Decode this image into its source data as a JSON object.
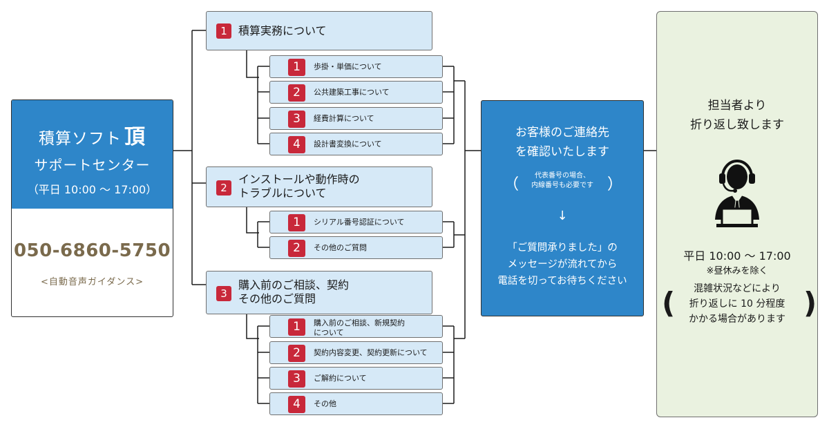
{
  "contact": {
    "title": "積算ソフト",
    "brand_char": "頂",
    "subtitle": "サポートセンター",
    "hours": "（平日 10:00 ～ 17:00）",
    "phone": "050-6860-5750",
    "guide": "<自動音声ガイダンス>"
  },
  "categories": [
    {
      "num": "1",
      "label": "積算実務について",
      "items": [
        {
          "num": "1",
          "label": "歩掛・単価について"
        },
        {
          "num": "2",
          "label": "公共建築工事について"
        },
        {
          "num": "3",
          "label": "経費計算について"
        },
        {
          "num": "4",
          "label": "設計書変換について"
        }
      ]
    },
    {
      "num": "2",
      "label_line1": "インストールや動作時の",
      "label_line2": "トラブルについて",
      "items": [
        {
          "num": "1",
          "label": "シリアル番号認証について"
        },
        {
          "num": "2",
          "label": "その他のご質問"
        }
      ]
    },
    {
      "num": "3",
      "label_line1": "購入前のご相談、契約",
      "label_line2": "その他のご質問",
      "items": [
        {
          "num": "1",
          "label_line1": "購入前のご相談、新規契約",
          "label_line2": "について"
        },
        {
          "num": "2",
          "label": "契約内容変更、契約更新について"
        },
        {
          "num": "3",
          "label": "ご解約について"
        },
        {
          "num": "4",
          "label": "その他"
        }
      ]
    }
  ],
  "confirm": {
    "line1": "お客様のご連絡先",
    "line2": "を確認いたします",
    "note_open": "（",
    "note_line1": "代表番号の場合、",
    "note_line2": "内線番号も必要です",
    "note_close": "）",
    "arrow": "↓",
    "msg_line1": "「ご質問承りました」の",
    "msg_line2": "メッセージが流れてから",
    "msg_line3": "電話を切ってお待ちください"
  },
  "callback": {
    "line1": "担当者より",
    "line2": "折り返し致します",
    "icon": "operator-headset-icon",
    "hours": "平日 10:00 ～ 17:00",
    "exclusion": "※昼休みを除く",
    "open": "(",
    "note_line1": "混雑状況などにより",
    "note_line2": "折り返しに 10 分程度",
    "note_line3": "かかる場合があります",
    "close": ")"
  },
  "colors": {
    "blue": "#2e86c9",
    "light_blue": "#d6e9f7",
    "red_badge": "#c8283a",
    "green_panel": "#eaf2e0",
    "phone_text": "#7a6a4c"
  }
}
